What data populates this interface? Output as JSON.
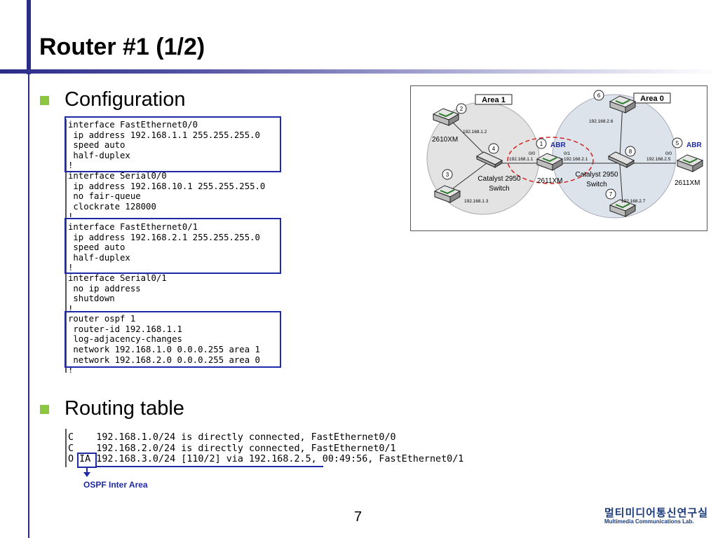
{
  "slide": {
    "title": "Router #1 (1/2)",
    "page_number": "7",
    "colors": {
      "accent_bar": "#2b2b8a",
      "bullet": "#8cc63f",
      "highlight": "#1f2aa6"
    }
  },
  "bullets": {
    "configuration": "Configuration",
    "routing_table": "Routing table"
  },
  "config_lines": [
    "interface FastEthernet0/0",
    " ip address 192.168.1.1 255.255.255.0",
    " speed auto",
    " half-duplex",
    "!",
    "interface Serial0/0",
    " ip address 192.168.10.1 255.255.255.0",
    " no fair-queue",
    " clockrate 128000",
    "!",
    "interface FastEthernet0/1",
    " ip address 192.168.2.1 255.255.255.0",
    " speed auto",
    " half-duplex",
    "!",
    "interface Serial0/1",
    " no ip address",
    " shutdown",
    "!",
    "router ospf 1",
    " router-id 192.168.1.1",
    " log-adjacency-changes",
    " network 192.168.1.0 0.0.0.255 area 1",
    " network 192.168.2.0 0.0.0.255 area 0",
    "!"
  ],
  "routing_table": [
    "C    192.168.1.0/24 is directly connected, FastEthernet0/0",
    "C    192.168.2.0/24 is directly connected, FastEthernet0/1",
    "O IA 192.168.3.0/24 [110/2] via 192.168.2.5, 00:49:56, FastEthernet0/1"
  ],
  "annotation": {
    "ospf_inter_area": "OSPF Inter Area"
  },
  "diagram": {
    "area1": "Area 1",
    "area0": "Area 0",
    "abr": "ABR",
    "abr2": "ABR",
    "n1": "1",
    "n2": "2",
    "n3": "3",
    "n4": "4",
    "n5": "5",
    "n6": "6",
    "n7": "7",
    "n8": "8",
    "r2_model": "2610XM",
    "r1_model": "2611XM",
    "r5_model": "2611XM",
    "sw4_name": "Catalyst 2950",
    "sw4_sub": "Switch",
    "sw8_name": "Catalyst 2950",
    "sw8_sub": "Switch",
    "ip_r2": "192.168.1.2",
    "ip_r3": "192.168.1.3",
    "ip_r6": "192.168.2.6",
    "ip_r7": "192.168.2.7",
    "r1_if0": "0/0",
    "r1_ip0": "192.168.1.1",
    "r1_if1": "0/1",
    "r1_ip1": "192.168.2.1",
    "r5_if": "0/0",
    "r5_ip": "192.168.2.5"
  },
  "footer": {
    "lab_korean": "멀티미디어통신연구실",
    "lab_english": "Multimedia Communications Lab."
  }
}
